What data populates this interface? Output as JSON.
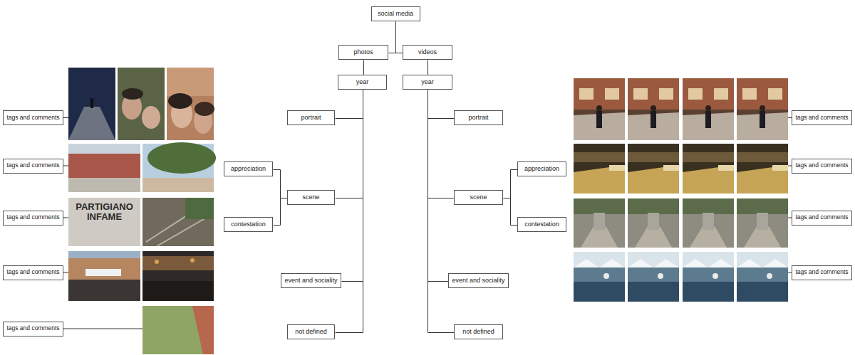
{
  "diagram": {
    "nodes": [
      {
        "text": [
          "social media"
        ]
      },
      {
        "text": [
          "photos"
        ]
      },
      {
        "text": [
          "videos"
        ]
      },
      {
        "text": [
          "year"
        ]
      },
      {
        "text": [
          "year"
        ]
      },
      {
        "text": [
          "portrait"
        ]
      },
      {
        "text": [
          "scene"
        ]
      },
      {
        "text": [
          "appreciation"
        ]
      },
      {
        "text": [
          "contestation"
        ]
      },
      {
        "text": [
          "event and sociality"
        ]
      },
      {
        "text": [
          "not defined"
        ]
      },
      {
        "text": [
          "portrait"
        ]
      },
      {
        "text": [
          "scene"
        ]
      },
      {
        "text": [
          "appreciation"
        ]
      },
      {
        "text": [
          "contestation"
        ]
      },
      {
        "text": [
          "event and sociality"
        ]
      },
      {
        "text": [
          "not defined"
        ]
      },
      {
        "text": [
          "tags and comments"
        ]
      },
      {
        "text": [
          "tags and comments"
        ]
      },
      {
        "text": [
          "tags and comments"
        ]
      },
      {
        "text": [
          "tags and comments"
        ]
      },
      {
        "text": [
          "tags and comments"
        ]
      },
      {
        "text": [
          "tags and comments"
        ]
      },
      {
        "text": [
          "tags and comments"
        ]
      },
      {
        "text": [
          "tags and comments"
        ]
      },
      {
        "text": [
          "tags and comments"
        ]
      }
    ],
    "edges": [
      {
        "from": 0,
        "to": 1,
        "arrow": "none"
      },
      {
        "from": 0,
        "to": 2,
        "arrow": "none"
      },
      {
        "from": 1,
        "to": 3,
        "arrow": "none"
      },
      {
        "from": 2,
        "to": 4,
        "arrow": "none"
      },
      {
        "from": 3,
        "to": 5,
        "arrow": "none"
      },
      {
        "from": 3,
        "to": 6,
        "arrow": "none"
      },
      {
        "from": 3,
        "to": 9,
        "arrow": "none"
      },
      {
        "from": 3,
        "to": 10,
        "arrow": "none"
      },
      {
        "from": 6,
        "to": 7,
        "arrow": "none"
      },
      {
        "from": 6,
        "to": 8,
        "arrow": "none"
      },
      {
        "from": 4,
        "to": 11,
        "arrow": "none"
      },
      {
        "from": 4,
        "to": 12,
        "arrow": "none"
      },
      {
        "from": 4,
        "to": 15,
        "arrow": "none"
      },
      {
        "from": 4,
        "to": 16,
        "arrow": "none"
      },
      {
        "from": 12,
        "to": 13,
        "arrow": "none"
      },
      {
        "from": 12,
        "to": 14,
        "arrow": "none"
      }
    ],
    "labels": [
      "PARTIGIANO INFAME"
    ]
  }
}
